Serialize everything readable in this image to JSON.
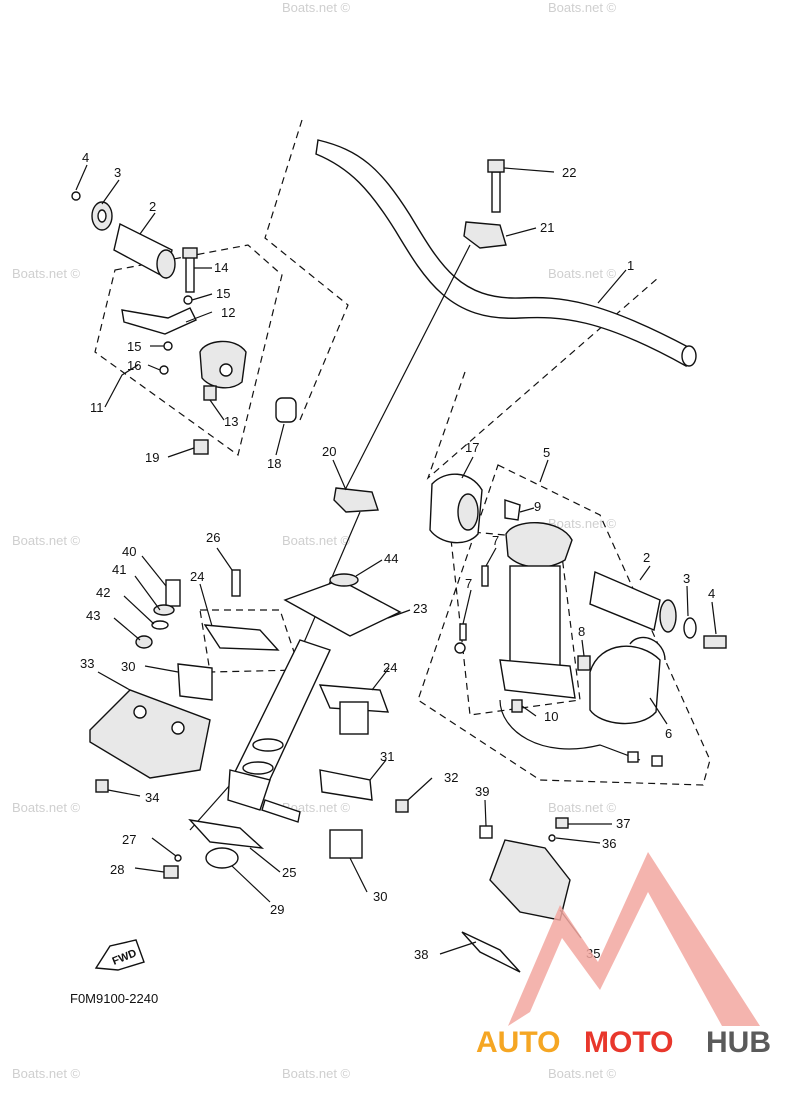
{
  "diagram": {
    "code": "F0M9100-2240",
    "fwd_label": "FWD",
    "watermark": "Boats.net ©",
    "brand": {
      "auto": "AUTO",
      "moto": "MOTO",
      "hub": "HUB"
    },
    "colors": {
      "brand_orange": "#f5a623",
      "brand_red": "#e8372c",
      "brand_gray": "#5a5a5a",
      "logo_pink": "#f2a7a0"
    },
    "callouts": [
      "1",
      "2",
      "3",
      "4",
      "5",
      "6",
      "7",
      "8",
      "9",
      "10",
      "11",
      "12",
      "13",
      "14",
      "15",
      "16",
      "17",
      "18",
      "19",
      "20",
      "21",
      "22",
      "23",
      "24",
      "25",
      "26",
      "27",
      "28",
      "29",
      "30",
      "31",
      "32",
      "33",
      "34",
      "35",
      "36",
      "37",
      "38",
      "39",
      "40",
      "41",
      "42",
      "43",
      "44"
    ]
  }
}
